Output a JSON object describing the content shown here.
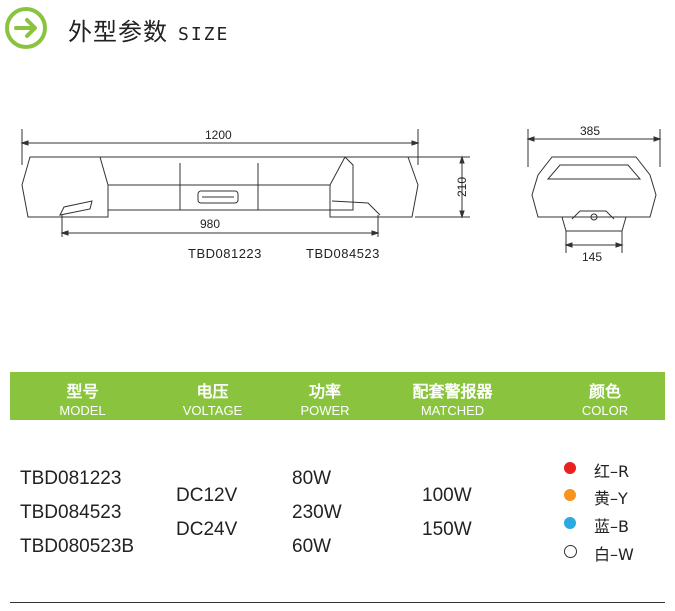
{
  "header": {
    "title_cn": "外型参数",
    "title_en": "SIZE"
  },
  "drawing": {
    "front_width": "1200",
    "front_height": "210",
    "front_base": "980",
    "side_width": "385",
    "side_base": "145",
    "model_a": "TBD081223",
    "model_b": "TBD084523"
  },
  "table": {
    "headers": [
      {
        "cn": "型号",
        "en": "MODEL"
      },
      {
        "cn": "电压",
        "en": "VOLTAGE"
      },
      {
        "cn": "功率",
        "en": "POWER"
      },
      {
        "cn": "配套警报器",
        "en": "MATCHED"
      },
      {
        "cn": "颜色",
        "en": "COLOR"
      }
    ],
    "models": [
      "TBD081223",
      "TBD084523",
      "TBD080523B"
    ],
    "voltages": [
      "DC12V",
      "DC24V"
    ],
    "powers": [
      "80W",
      "230W",
      "60W"
    ],
    "matched": [
      "100W",
      "150W"
    ],
    "colors": [
      {
        "label": "红–R",
        "hex": "#e8201e"
      },
      {
        "label": "黄–Y",
        "hex": "#f7941d"
      },
      {
        "label": "蓝–B",
        "hex": "#29abe2"
      },
      {
        "label": "白–W",
        "hex": "#ffffff"
      }
    ]
  },
  "theme": {
    "accent": "#8ac43f"
  }
}
